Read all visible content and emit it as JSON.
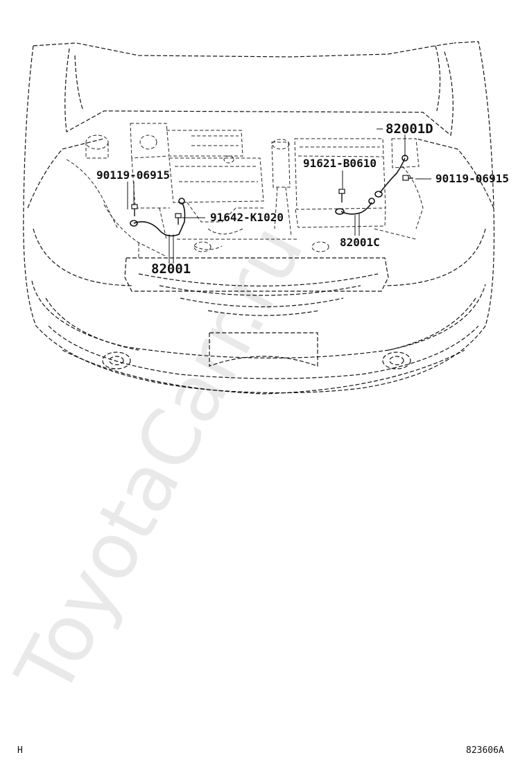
{
  "watermark": "ToyotaCarr.ru",
  "callouts": {
    "wire_82001d": "82001D",
    "bolt_90119_left": "90119-06915",
    "bolt_91621": "91621-B0610",
    "bolt_90119_right": "90119-06915",
    "bolt_91642": "91642-K1020",
    "wire_82001c": "82001C",
    "wire_82001": "82001"
  },
  "footer": {
    "left_mark": "H",
    "figure_id": "823606A"
  }
}
